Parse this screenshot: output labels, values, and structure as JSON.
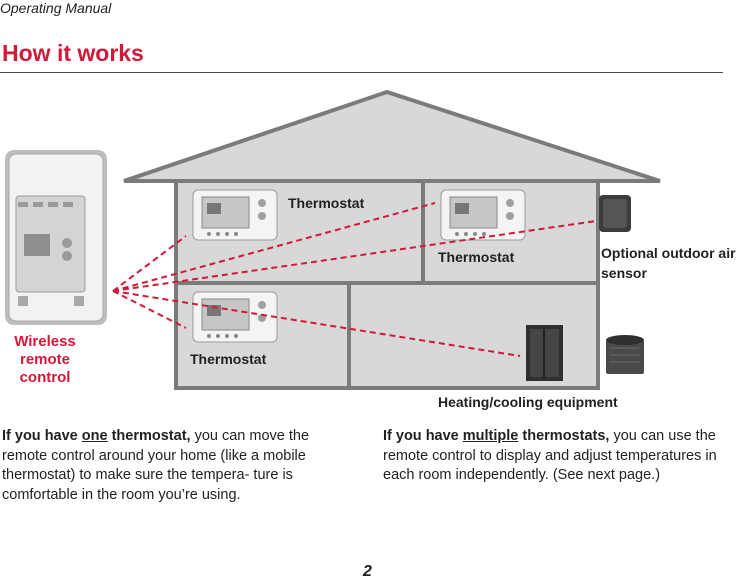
{
  "header": {
    "section": "Operating Manual"
  },
  "title": "How it works",
  "illustration": {
    "labels": {
      "thermostat_upper_left": "Thermostat",
      "thermostat_upper_right": "Thermostat",
      "thermostat_lower": "Thermostat",
      "outdoor_sensor": "Optional outdoor air sensor",
      "equipment": "Heating/cooling equipment",
      "wireless_remote": "Wireless remote control"
    },
    "colors": {
      "house_fill": "#d8d8d8",
      "house_outline": "#7b7b7b",
      "signal_line": "#d2193a",
      "accent": "#d2193a"
    }
  },
  "body": {
    "left": {
      "lead": "If you have ",
      "emph": "one",
      "lead2": " thermostat,",
      "text": " you can move the remote control around your home (like a mobile thermostat) to make sure the tempera- ture is comfortable in the room you’re using."
    },
    "right": {
      "lead": "If you have ",
      "emph": "multiple",
      "lead2": " thermostats,",
      "text": " you can use the remote control to display and adjust temperatures in each room independently. (See next page.)"
    }
  },
  "footer": {
    "page_number": "2"
  }
}
